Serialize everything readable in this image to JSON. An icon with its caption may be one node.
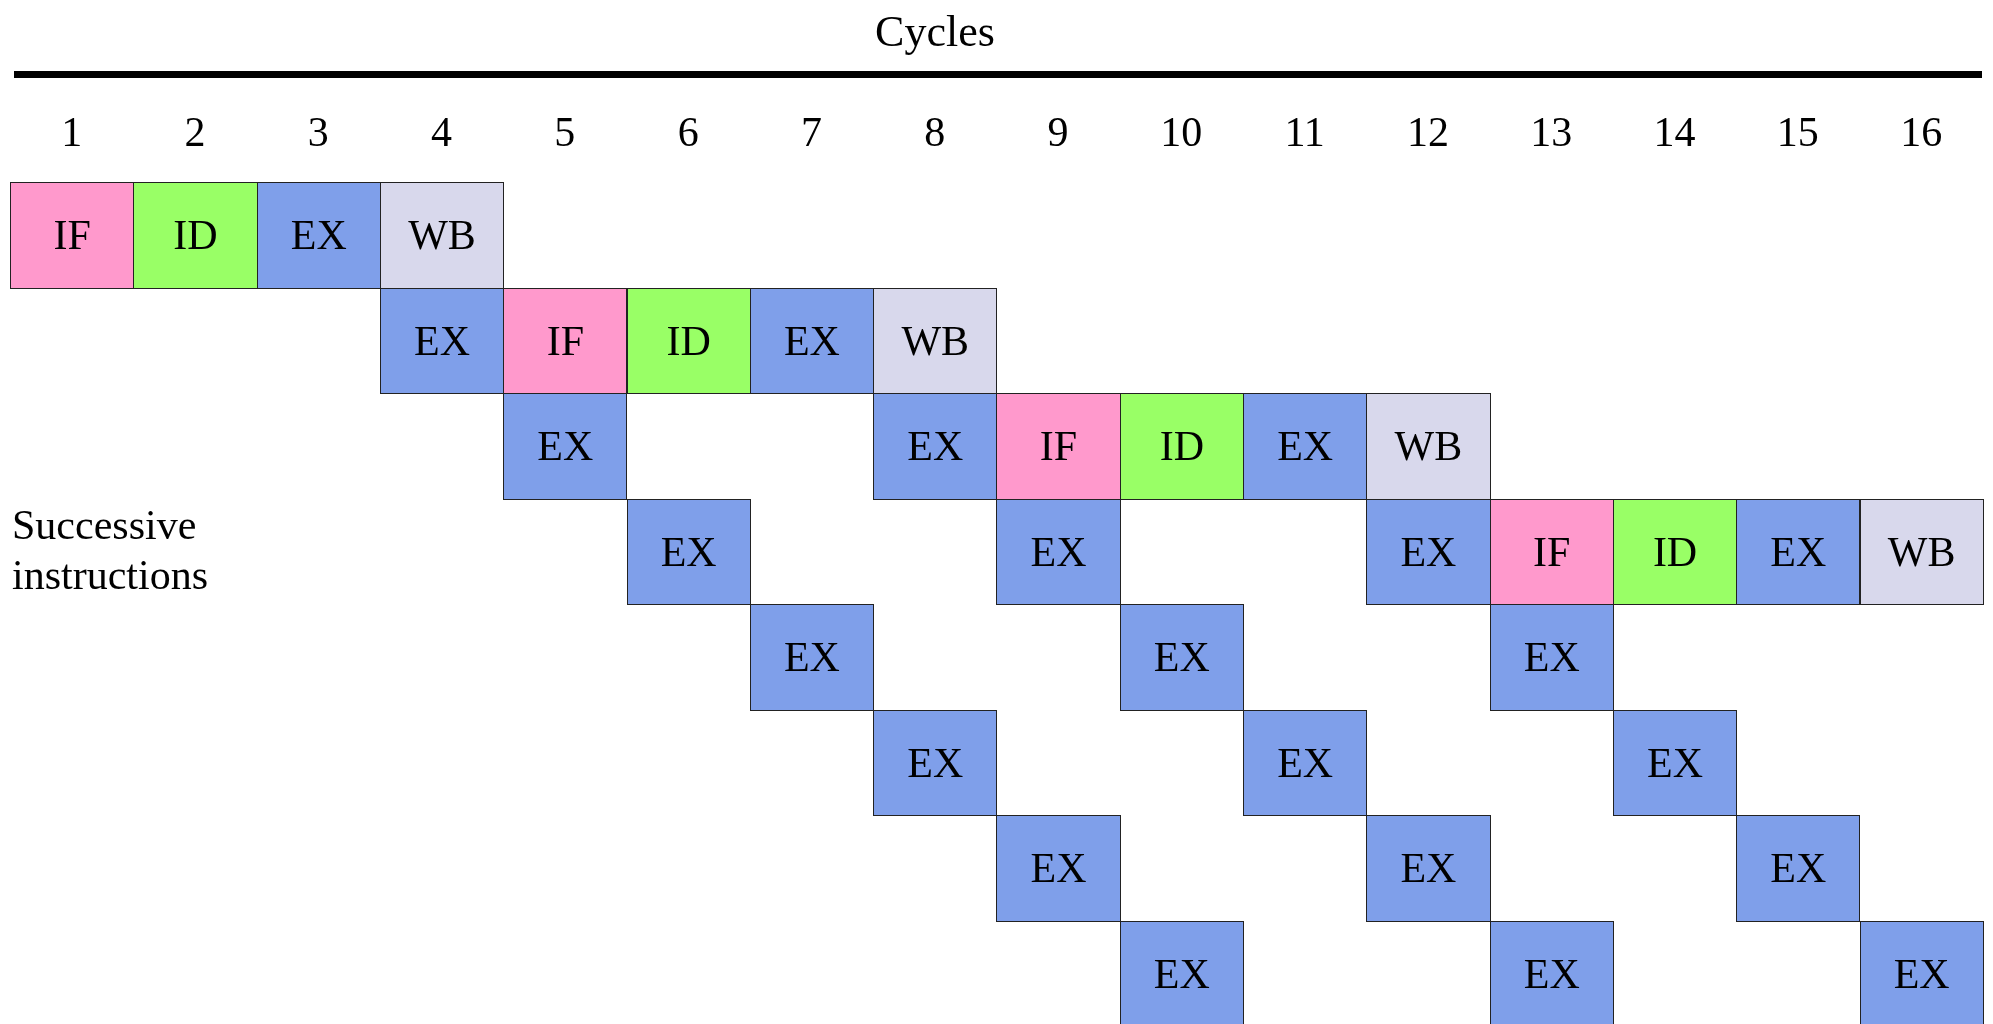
{
  "diagram": {
    "title": "Cycles",
    "nodes": [
      {
        "text": [
          "IF"
        ]
      },
      {
        "text": [
          "ID"
        ]
      },
      {
        "text": [
          "EX"
        ]
      },
      {
        "text": [
          "WB"
        ]
      },
      {
        "text": [
          "EX"
        ]
      },
      {
        "text": [
          "IF"
        ]
      },
      {
        "text": [
          "ID"
        ]
      },
      {
        "text": [
          "EX"
        ]
      },
      {
        "text": [
          "WB"
        ]
      },
      {
        "text": [
          "EX"
        ]
      },
      {
        "text": [
          "EX"
        ]
      },
      {
        "text": [
          "IF"
        ]
      },
      {
        "text": [
          "ID"
        ]
      },
      {
        "text": [
          "EX"
        ]
      },
      {
        "text": [
          "WB"
        ]
      },
      {
        "text": [
          "EX"
        ]
      },
      {
        "text": [
          "EX"
        ]
      },
      {
        "text": [
          "EX"
        ]
      },
      {
        "text": [
          "IF"
        ]
      },
      {
        "text": [
          "ID"
        ]
      },
      {
        "text": [
          "EX"
        ]
      },
      {
        "text": [
          "WB"
        ]
      },
      {
        "text": [
          "EX"
        ]
      },
      {
        "text": [
          "EX"
        ]
      },
      {
        "text": [
          "EX"
        ]
      },
      {
        "text": [
          "EX"
        ]
      },
      {
        "text": [
          "EX"
        ]
      },
      {
        "text": [
          "EX"
        ]
      },
      {
        "text": [
          "EX"
        ]
      },
      {
        "text": [
          "EX"
        ]
      },
      {
        "text": [
          "EX"
        ]
      },
      {
        "text": [
          "EX"
        ]
      },
      {
        "text": [
          "EX"
        ]
      },
      {
        "text": [
          "EX"
        ]
      }
    ],
    "labels": [
      "1",
      "2",
      "3",
      "4",
      "5",
      "6",
      "7",
      "8",
      "9",
      "10",
      "11",
      "12",
      "13",
      "14",
      "15",
      "16",
      "Successive instructions"
    ]
  }
}
